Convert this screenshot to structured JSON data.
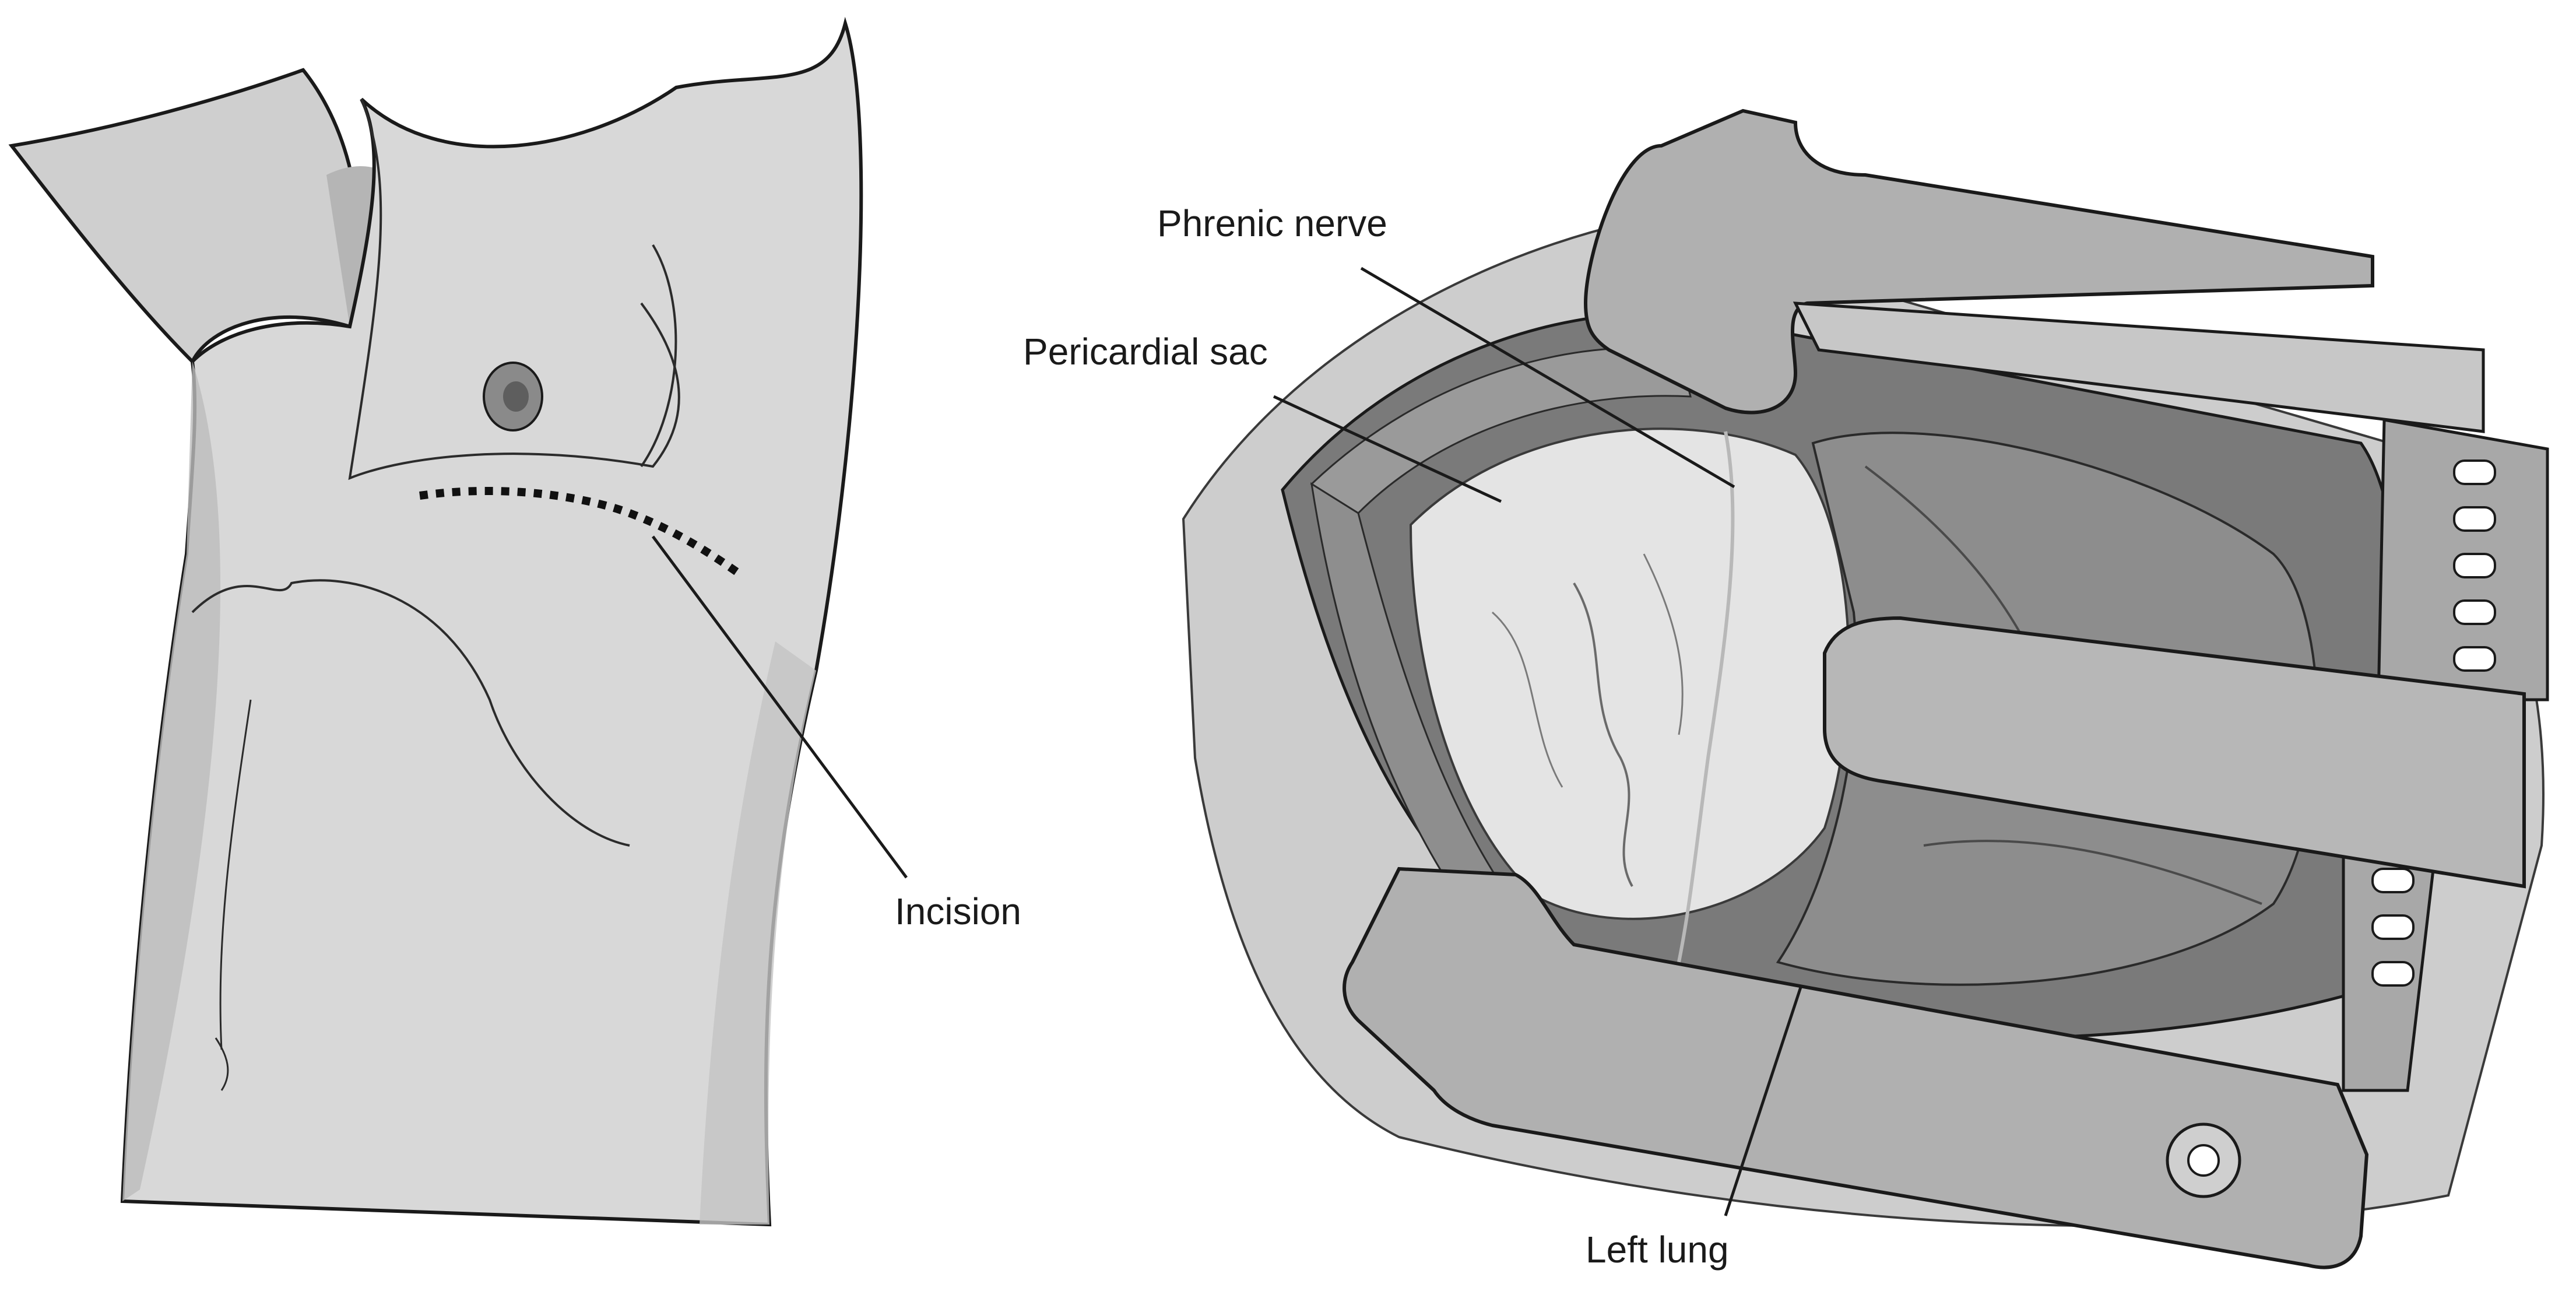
{
  "labels": {
    "incision": "Incision",
    "phrenic_nerve": "Phrenic nerve",
    "pericardial_sac": "Pericardial sac",
    "left_lung": "Left lung"
  },
  "colors": {
    "background": "#ffffff",
    "skin": "#d6d6d6",
    "skin_shadow": "#bdbdbd",
    "outline": "#1a1a1a",
    "retractor": "#a9a9a9",
    "retractor_light": "#d0d0d0",
    "tissue_dark": "#6f6f6f",
    "heart": "#e3e3e3",
    "lung": "#8c8c8c"
  }
}
